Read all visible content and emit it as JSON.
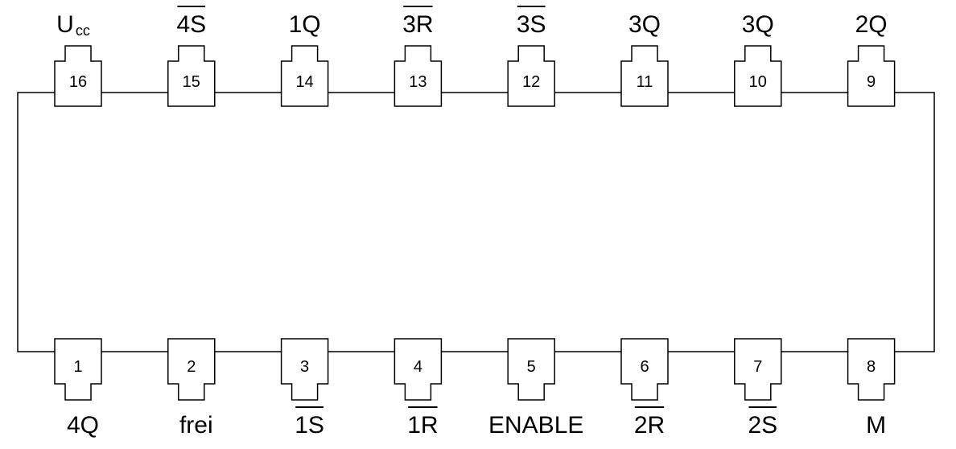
{
  "colors": {
    "line": "#000000",
    "background": "#ffffff"
  },
  "pins_top": [
    {
      "number": "16",
      "label": "U",
      "label_sub": "cc",
      "overline": false
    },
    {
      "number": "15",
      "label": "4S",
      "label_sub": "",
      "overline": true
    },
    {
      "number": "14",
      "label": "1Q",
      "label_sub": "",
      "overline": false
    },
    {
      "number": "13",
      "label": "3R",
      "label_sub": "",
      "overline": true
    },
    {
      "number": "12",
      "label": "3S",
      "label_sub": "",
      "overline": true
    },
    {
      "number": "11",
      "label": "3Q",
      "label_sub": "",
      "overline": false
    },
    {
      "number": "10",
      "label": "3Q",
      "label_sub": "",
      "overline": false
    },
    {
      "number": "9",
      "label": "2Q",
      "label_sub": "",
      "overline": false
    }
  ],
  "pins_bottom": [
    {
      "number": "1",
      "label": "4Q",
      "overline": false
    },
    {
      "number": "2",
      "label": "frei",
      "overline": false
    },
    {
      "number": "3",
      "label": "1S",
      "overline": true
    },
    {
      "number": "4",
      "label": "1R",
      "overline": true
    },
    {
      "number": "5",
      "label": "ENABLE",
      "overline": false
    },
    {
      "number": "6",
      "label": "2R",
      "overline": true
    },
    {
      "number": "7",
      "label": "2S",
      "overline": true
    },
    {
      "number": "8",
      "label": "M",
      "overline": false
    }
  ]
}
